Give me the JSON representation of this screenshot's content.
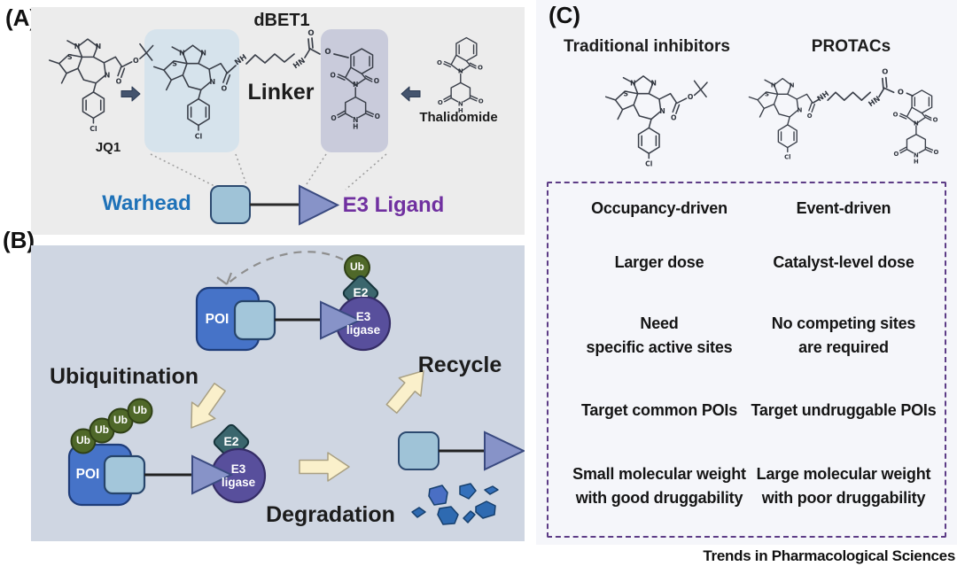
{
  "figure": {
    "panelA": {
      "label": "(A)",
      "compound_title": "dBET1",
      "warhead_molecule": "JQ1",
      "e3_molecule": "Thalidomide",
      "linker_label": "Linker",
      "warhead_label": "Warhead",
      "e3_ligand_label": "E3 Ligand"
    },
    "panelB": {
      "label": "(B)",
      "poi": "POI",
      "e2": "E2",
      "e3_ligase": "E3\nligase",
      "ub": "Ub",
      "step_ubiquitination": "Ubiquitination",
      "step_degradation": "Degradation",
      "step_recycle": "Recycle"
    },
    "panelC": {
      "label": "(C)",
      "left_header": "Traditional inhibitors",
      "right_header": "PROTACs",
      "rows": [
        {
          "left": "Occupancy-driven",
          "right": "Event-driven"
        },
        {
          "left": "Larger dose",
          "right": "Catalyst-level dose"
        },
        {
          "left": "Need\nspecific active sites",
          "right": "No competing sites\nare required"
        },
        {
          "left": "Target common POIs",
          "right": "Target undruggable POIs"
        },
        {
          "left": "Small molecular weight\nwith good druggability",
          "right": "Large molecular weight\nwith poor druggability"
        }
      ]
    },
    "footer": "Trends in Pharmacological Sciences",
    "colors": {
      "warhead_text": "#1f72b8",
      "e3_text": "#7030a0",
      "panelA_bg": "#ececec",
      "panelB_bg": "#cfd6e2",
      "panelC_bg": "#f5f6fa",
      "poi_fill": "#4673c8",
      "warhead_fill": "#a3c6da",
      "triangle_fill": "#8793c8",
      "e3_ligase_fill": "#584f9c",
      "e2_fill": "#3b666d",
      "ub_fill": "#4f6829",
      "arrow_fill": "#faf0cb"
    }
  }
}
